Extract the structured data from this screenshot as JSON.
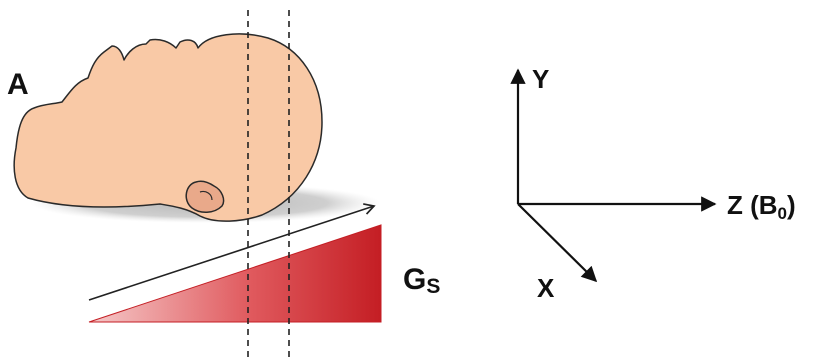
{
  "panel_label": "A",
  "gradient_label": {
    "main": "G",
    "sub": "S"
  },
  "axes": {
    "y": "Y",
    "x": "X",
    "z": {
      "main": "Z (B",
      "sub": "0",
      "close": ")"
    }
  },
  "colors": {
    "skin": "#F9C9A6",
    "skin_outline": "#2A2A2A",
    "shadow": "#C7C7C7",
    "gradient_dark": "#C41E24",
    "gradient_light": "#F5C9C9",
    "axis": "#111111",
    "slice_line": "#222222"
  },
  "icons": [
    "head-profile-icon",
    "gradient-wedge-icon",
    "arrow-icon"
  ]
}
